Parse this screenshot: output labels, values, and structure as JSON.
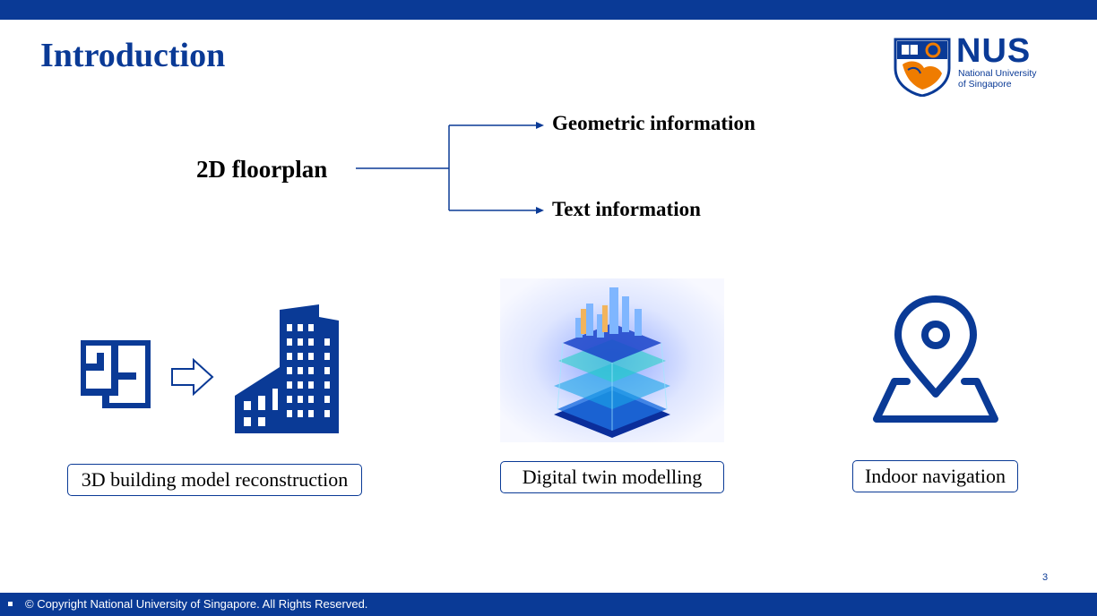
{
  "slide": {
    "title": "Introduction",
    "page_number": "3",
    "footer": "© Copyright National University of Singapore. All Rights Reserved."
  },
  "logo": {
    "name": "NUS",
    "subtitle_line1": "National University",
    "subtitle_line2": "of Singapore"
  },
  "diagram": {
    "source": "2D floorplan",
    "branches": [
      "Geometric information",
      "Text information"
    ]
  },
  "applications": [
    {
      "label": "3D building model reconstruction",
      "icon": "floorplan-to-building-icon"
    },
    {
      "label": "Digital twin modelling",
      "icon": "digital-twin-image"
    },
    {
      "label": "Indoor navigation",
      "icon": "location-pin-icon"
    }
  ],
  "colors": {
    "brand_blue": "#0a3a96",
    "nus_orange": "#ef7c00"
  }
}
